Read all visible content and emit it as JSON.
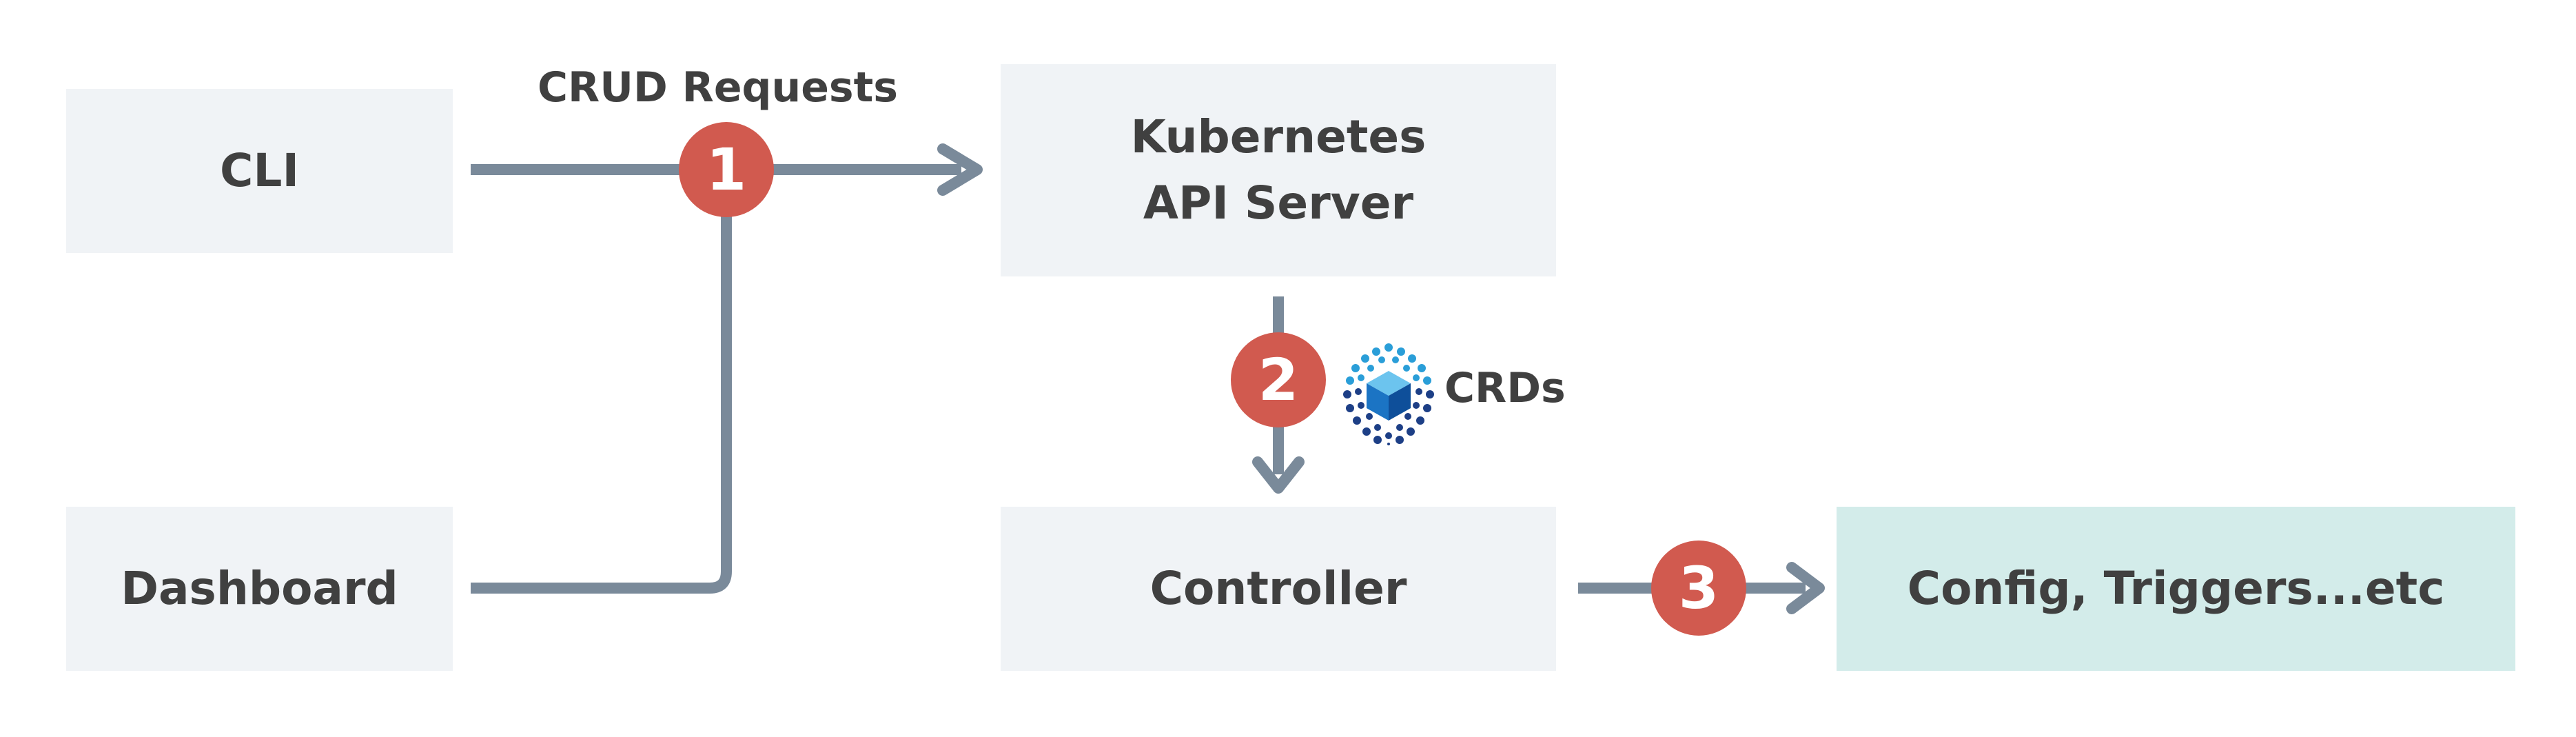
{
  "nodes": {
    "cli": "CLI",
    "dashboard": "Dashboard",
    "api_server": {
      "line1": "Kubernetes",
      "line2": "API Server"
    },
    "controller": "Controller",
    "config": "Config, Triggers...etc"
  },
  "labels": {
    "crud_requests": "CRUD Requests",
    "crds": "CRDs"
  },
  "steps": {
    "step1": "1",
    "step2": "2",
    "step3": "3"
  },
  "icons": {
    "crds_icon": "crd-hexagon-cube-icon"
  },
  "colors": {
    "box_bg": "#f0f3f6",
    "accent_box_bg": "#d3ecea",
    "connector": "#7a8a9a",
    "badge": "#d15a4f",
    "text": "#404040",
    "icon_light_blue": "#2a9ed8",
    "icon_dark_blue": "#1d3f86"
  }
}
